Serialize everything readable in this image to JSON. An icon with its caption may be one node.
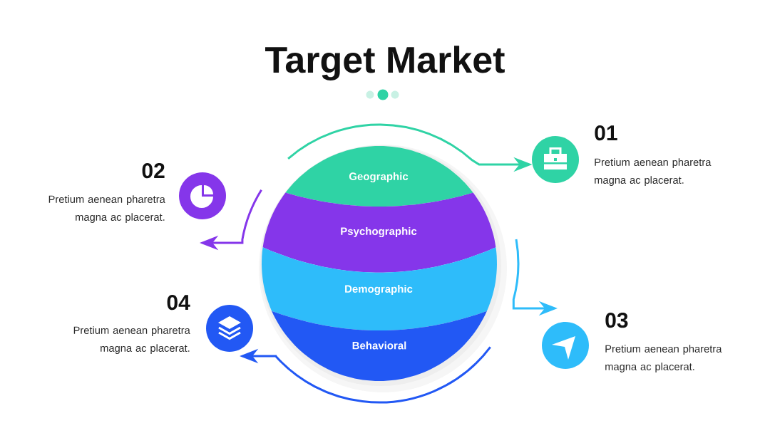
{
  "diagram": {
    "title": "Target Market",
    "nodes": [
      {
        "text": [
          "Geographic"
        ]
      },
      {
        "text": [
          "Psychographic"
        ]
      },
      {
        "text": [
          "Demographic"
        ]
      },
      {
        "text": [
          "Behavioral"
        ]
      },
      {
        "text": [],
        "shape": "circle",
        "beside": [
          "01",
          "Pretium aenean pharetra magna ac placerat."
        ]
      },
      {
        "text": [],
        "shape": "circle",
        "beside": [
          "02",
          "Pretium aenean pharetra magna ac placerat."
        ]
      },
      {
        "text": [],
        "shape": "circle",
        "beside": [
          "03",
          "Pretium aenean pharetra magna ac placerat."
        ]
      },
      {
        "text": [],
        "shape": "circle",
        "beside": [
          "04",
          "Pretium aenean pharetra magna ac placerat."
        ]
      }
    ],
    "edges": [
      {
        "from": 0,
        "to": 4,
        "arrow": "to",
        "color": "#2fd3a5"
      },
      {
        "from": 1,
        "to": 5,
        "arrow": "to",
        "color": "#8536ea"
      },
      {
        "from": 2,
        "to": 6,
        "arrow": "to",
        "color": "#2ebcfa"
      },
      {
        "from": 3,
        "to": 7,
        "arrow": "to",
        "color": "#2258f4"
      }
    ]
  }
}
